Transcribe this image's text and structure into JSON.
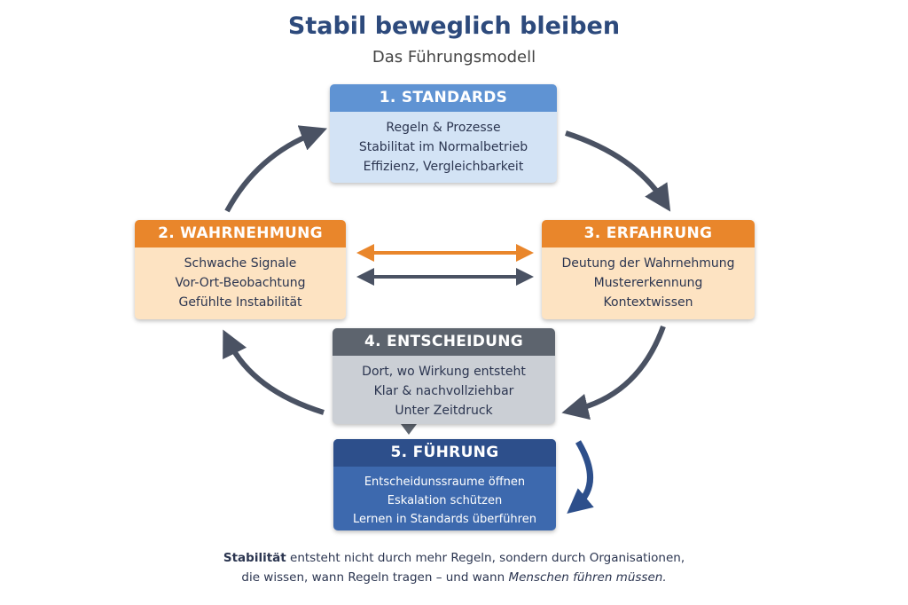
{
  "title": "Stabil beweglich bleiben",
  "subtitle": "Das Führungsmodell",
  "boxes": [
    {
      "header": "1. STANDARDS",
      "lines": [
        "Regeln & Prozesse",
        "Stabilitat im Normalbetrieb",
        "Effizienz, Vergleichbarkeit"
      ]
    },
    {
      "header": "2. WAHRNEHMUNG",
      "lines": [
        "Schwache Signale",
        "Vor-Ort-Beobachtung",
        "Gefühlte Instabilität"
      ]
    },
    {
      "header": "3. ERFAHRUNG",
      "lines": [
        "Deutung der Wahrnehmung",
        "Mustererkennung",
        "Kontextwissen"
      ]
    },
    {
      "header": "4. ENTSCHEIDUNG",
      "lines": [
        "Dort, wo Wirkung entsteht",
        "Klar & nachvollziehbar",
        "Unter Zeitdruck"
      ]
    },
    {
      "header": "5. FÜHRUNG",
      "lines": [
        "Entscheidunssraume öffnen",
        "Eskalation schützen",
        "Lernen in Standards überführen"
      ]
    }
  ],
  "footer": {
    "l1_bold": "Stabilität",
    "l1_rest": " entsteht nicht durch mehr Regeln, sondern durch Organisationen,",
    "l2_start": "die wissen, wann Regeln tragen – und wann ",
    "l2_italic": "Menschen führen müssen."
  },
  "colors": {
    "orange": "#e9862b",
    "blue": "#2d4f8b",
    "gray": "#4a5263"
  }
}
